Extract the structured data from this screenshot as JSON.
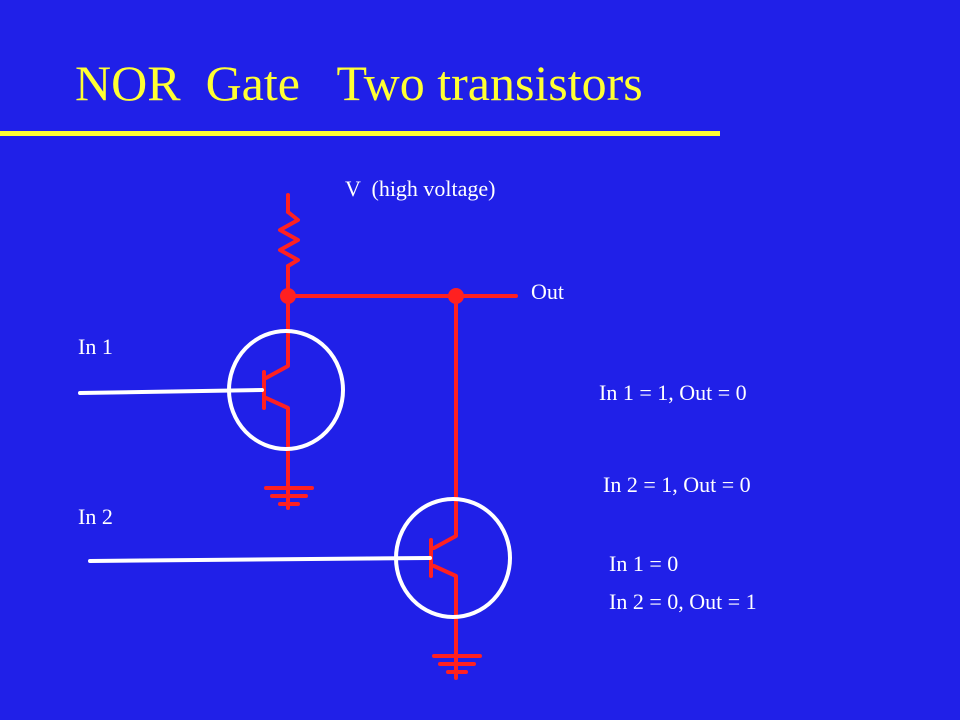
{
  "slide": {
    "title": "NOR  Gate   Two transistors"
  },
  "circuit": {
    "supply_label": "V  (high voltage)",
    "output_label": "Out",
    "input1_label": "In 1",
    "input2_label": "In 2"
  },
  "truth_notes": [
    "In 1 = 1, Out = 0",
    "In 2 = 1, Out = 0",
    "In 1 = 0",
    "In 2 = 0, Out = 1"
  ],
  "colors": {
    "background": "#2020e8",
    "title": "#ffff33",
    "wire": "#ff2020",
    "transistor_outline": "#ffffff",
    "text": "#ffffff"
  }
}
